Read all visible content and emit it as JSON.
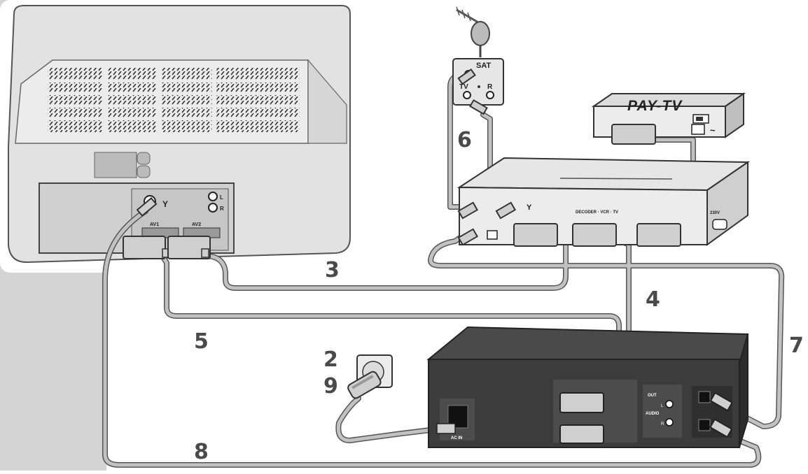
{
  "steps": {
    "s2": "2",
    "s3": "3",
    "s4": "4",
    "s5": "5",
    "s6": "6",
    "s7": "7",
    "s8": "8",
    "s9": "9"
  },
  "labels": {
    "pay_tv": "PAY-TV",
    "sat": "SAT",
    "tv": "TV",
    "r": "R",
    "tv_audio_l": "L",
    "tv_audio_r": "R",
    "tv_scart_1": "AV1",
    "tv_scart_2": "AV2",
    "vcr_out": "OUT",
    "vcr_audio": "AUDIO",
    "vcr_audio_l": "L",
    "vcr_audio_r": "R",
    "vcr_ac": "AC IN"
  },
  "colors": {
    "tv_body": "#e2e2e2",
    "tv_panel": "#d0d0d0",
    "cable": "#bdbdbd",
    "vcr_body": "#3c3c3c",
    "side_band": "#d4d4d4"
  }
}
